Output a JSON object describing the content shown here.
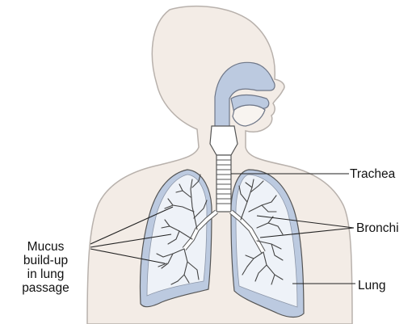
{
  "colors": {
    "body": "#f3ece6",
    "body_outline": "#b8b1ac",
    "airway": "#bccae0",
    "lung_fill": "#eef2f8",
    "trachea": "#ffffff",
    "line": "#2a2a2a"
  },
  "labels": {
    "trachea": "Trachea",
    "bronchi": "Bronchi",
    "lung": "Lung",
    "mucus": [
      "Mucus",
      "build-up",
      "in lung",
      "passage"
    ]
  }
}
